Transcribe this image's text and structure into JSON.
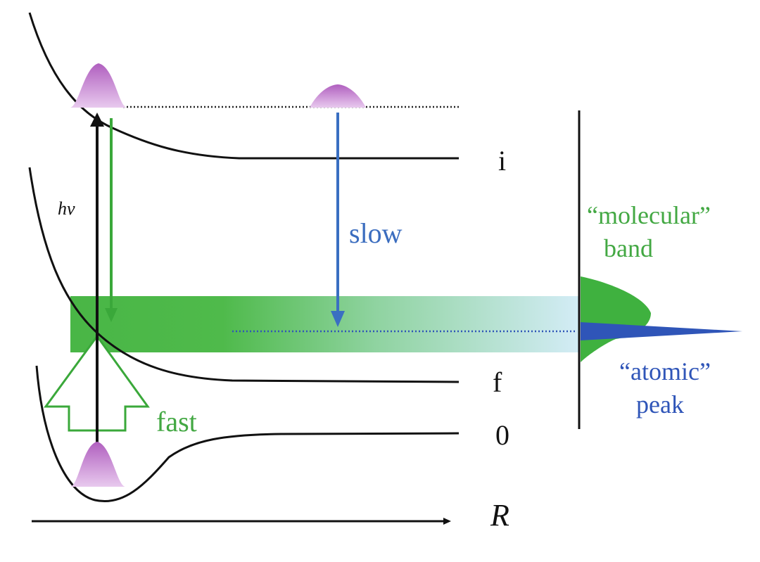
{
  "labels": {
    "state_i": "i",
    "state_f": "f",
    "state_0": "0",
    "axis_r": "R",
    "photon": "hv",
    "slow": "slow",
    "fast": "fast",
    "molecular_line1": "“molecular”",
    "molecular_line2": "band",
    "atomic_line1": "“atomic”",
    "atomic_line2": "peak"
  },
  "colors": {
    "curve": "#111111",
    "green": "#3aa83a",
    "green_band": "#4bb848",
    "green_text": "#43a843",
    "blue": "#3a6fc2",
    "blue_dark": "#2f55b8",
    "blue_text": "#3b6dbf",
    "purple": "#b46cc3",
    "purple_light": "#e6c8ec",
    "band_end": "#d6edf6"
  }
}
